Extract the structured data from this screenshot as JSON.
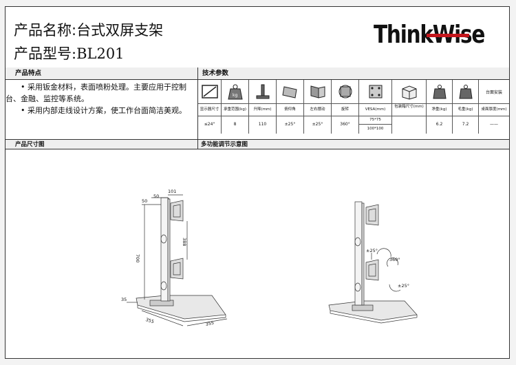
{
  "header": {
    "product_name": "产品名称:台式双屏支架",
    "product_model": "产品型号:BL201",
    "logo_text": "ThinkWise",
    "logo_accent_color": "#c4161c"
  },
  "sections": {
    "features_title": "产品特点",
    "specs_title": "技术参数",
    "dimension_title": "产品尺寸图",
    "adjust_title": "多功能调节示意图"
  },
  "features": [
    "• 采用钣金材料，表面喷粉处理。主要应用于控制台、金融、监控等系统。",
    "• 采用内部走线设计方案，使工作台面简洁美观。"
  ],
  "specs": {
    "columns": [
      {
        "icon": "screen-size-icon",
        "label": "显示器尺寸",
        "value": "≤24\""
      },
      {
        "icon": "load-weight-icon",
        "label": "承重范围(kg)",
        "value": "8"
      },
      {
        "icon": "lift-icon",
        "label": "升降(mm)",
        "value": "110"
      },
      {
        "icon": "tilt-icon",
        "label": "俯仰角",
        "value": "±25°"
      },
      {
        "icon": "swivel-icon",
        "label": "左右摆动",
        "value": "±25°"
      },
      {
        "icon": "rotate-icon",
        "label": "旋转",
        "value": "360°"
      },
      {
        "icon": "vesa-icon",
        "label": "VESA(mm)",
        "value": "75*75",
        "value2": "100*100"
      },
      {
        "icon": "package-icon",
        "label": "包装箱尺寸(mm)",
        "value": ""
      },
      {
        "icon": "net-weight-icon",
        "label": "净重(kg)",
        "value": "6.2"
      },
      {
        "icon": "gross-weight-icon",
        "label": "毛重(kg)",
        "value": "7.2"
      },
      {
        "icon": "desk-mount-icon",
        "label": "桌面厚度(mm)",
        "header_text": "台面安装",
        "value": "——"
      }
    ],
    "kg_text": "kg"
  },
  "dimensions": {
    "d50a": "50",
    "d50b": "50",
    "d101": "101",
    "d700": "700",
    "d388": "388",
    "d35": "35",
    "d355a": "355",
    "d355b": "355"
  },
  "adjust": {
    "tilt": "±25°",
    "rotate": "360°",
    "swivel": "±25°"
  }
}
